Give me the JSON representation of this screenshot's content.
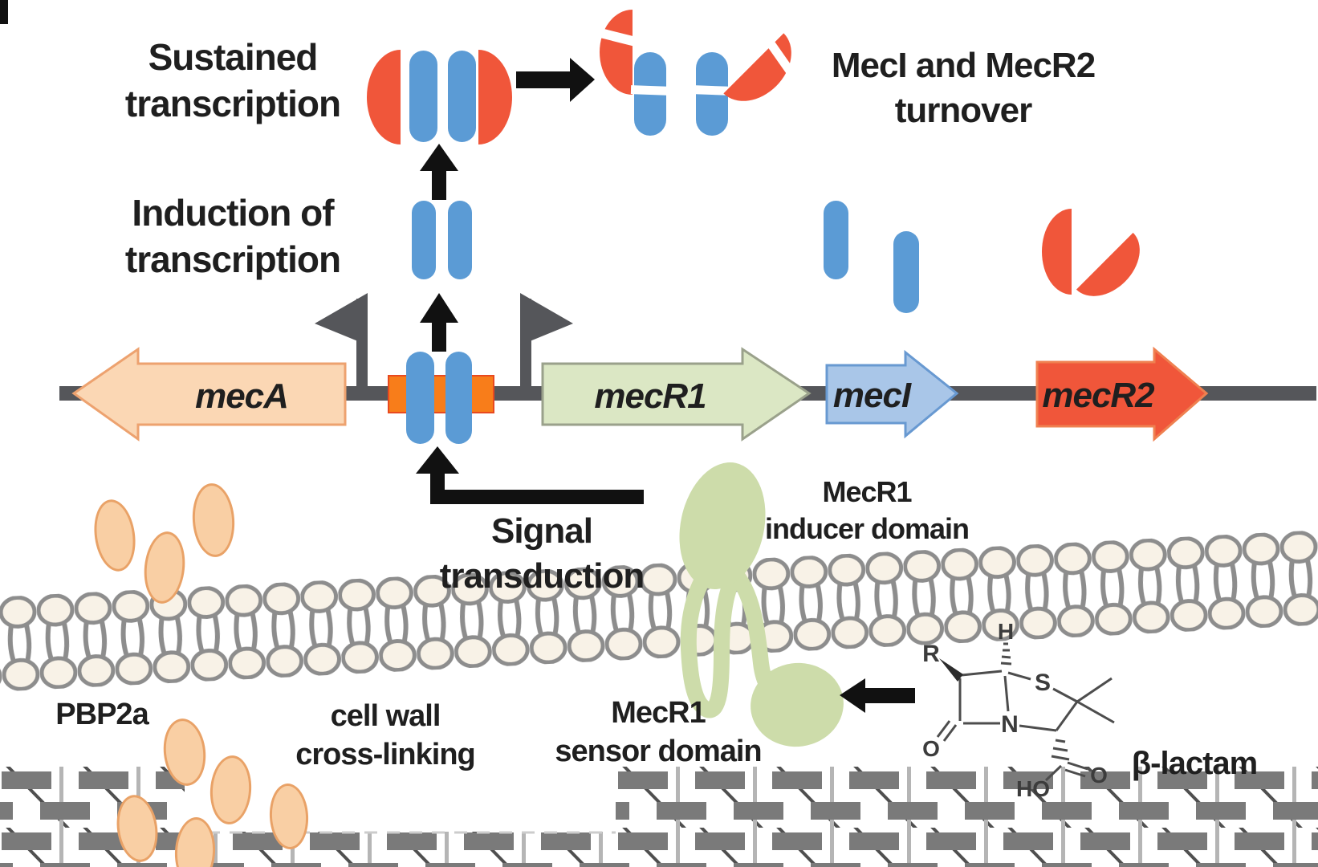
{
  "title": "mecA regulation by MecR1, MecI and MecR2 in presence of beta-lactam",
  "labels": {
    "sustained": [
      "Sustained",
      "transcription"
    ],
    "induction": [
      "Induction of",
      "transcription"
    ],
    "turnover": [
      "MecI and MecR2",
      "turnover"
    ],
    "signal": [
      "Signal",
      "transduction"
    ],
    "inducer": [
      "MecR1",
      "inducer domain"
    ],
    "sensor": [
      "MecR1",
      "sensor domain"
    ],
    "pbp2a": "PBP2a",
    "cell_wall": [
      "cell wall",
      "cross-linking"
    ],
    "beta_lactam": "β-lactam"
  },
  "genes": {
    "mecA": "mecA",
    "mecR1": "mecR1",
    "mecI": "mecI",
    "mecR2": "mecR2"
  },
  "chem": {
    "r": "R",
    "h": "H",
    "s": "S",
    "n": "N",
    "o1": "O",
    "o2": "O",
    "ho": "HO"
  },
  "palette": {
    "blue": "#5b9bd5",
    "orange": "#f0563a",
    "peach_fill": "#fbd7b4",
    "peach_stroke": "#eda26f",
    "green_fill": "#dbe7c4",
    "green_stroke": "#9aa18b",
    "meci_fill": "#a9c6e8",
    "meci_stroke": "#6899d1",
    "mecr2_fill": "#f0563a",
    "mecr2_stroke": "#ef8050",
    "operator": "#f87d1a",
    "operator_stroke": "#e8491f",
    "gene_line": "#55565a",
    "flag": "#55565a",
    "protein_green": "#cddcaa",
    "membrane_head": "#f8f2e7",
    "membrane_line": "#8d8d8d",
    "brick": "#7a7a7a",
    "post": "#b5b5b5",
    "diag": "#4f4f4f",
    "pbp_fill": "#f9cfa4",
    "pbp_stroke": "#e9a267",
    "arrow_black": "#111111",
    "text": "#1f1f1f"
  }
}
